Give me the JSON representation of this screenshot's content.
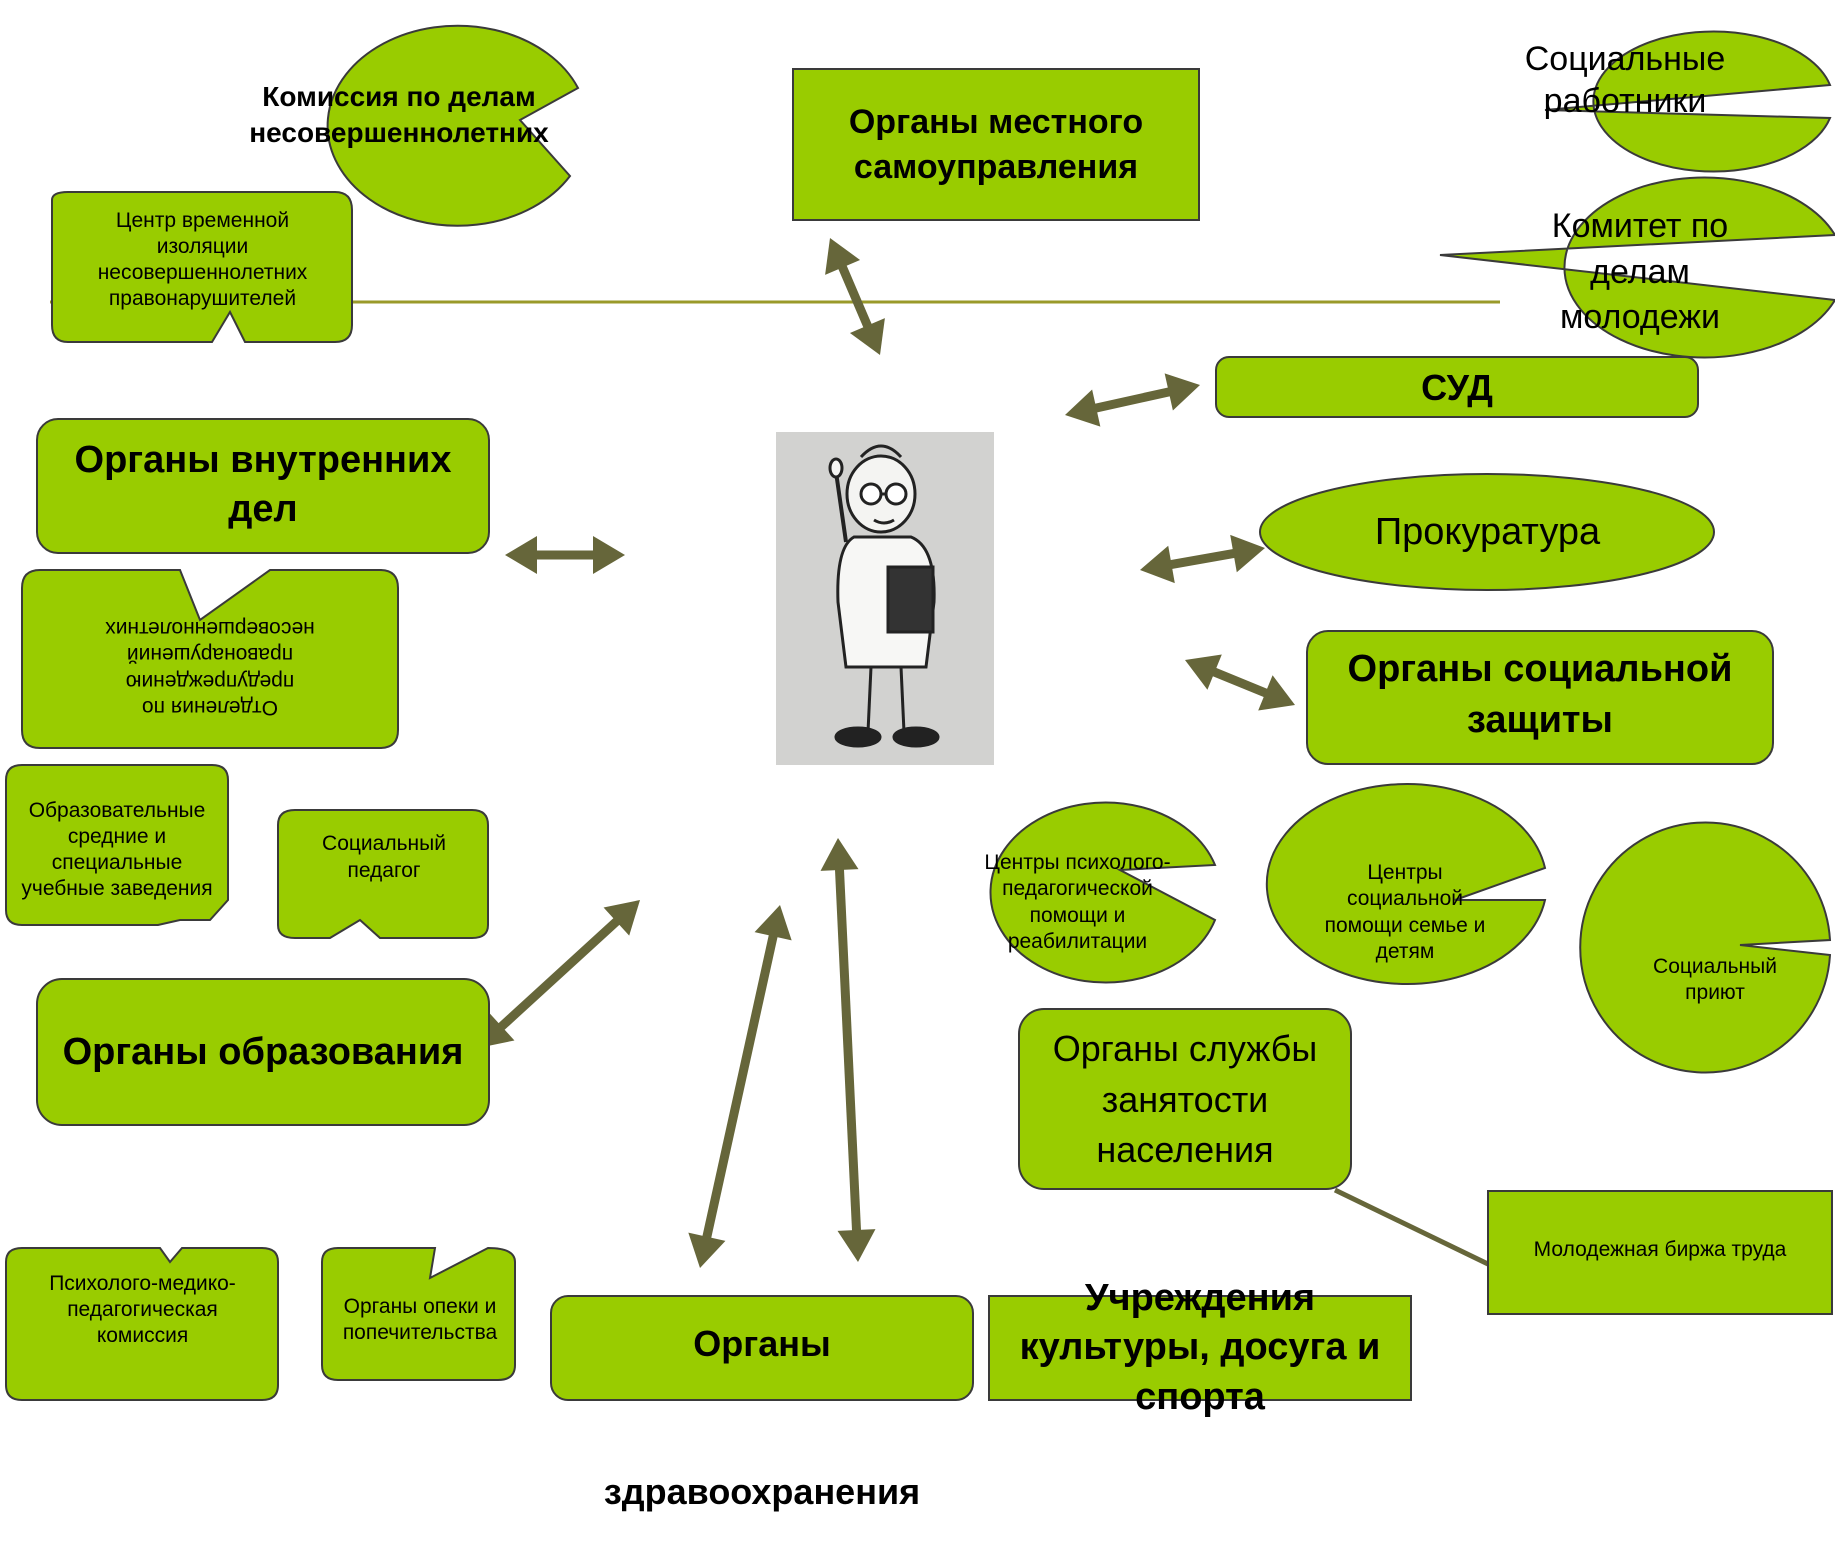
{
  "colors": {
    "fill": "#99cc00",
    "arrow": "#66663a",
    "line": "#9a9a2a",
    "outline": "#3a3a3a"
  },
  "center": {
    "image": "cartoon-teacher-with-book"
  },
  "nodes": {
    "commission": "Комиссия по делам несовершеннолетних",
    "local_gov": "Органы местного самоуправления",
    "social_workers": "Социальные работники",
    "youth_committee": "Комитет по делам молодежи",
    "temp_isolation": "Центр временной изоляции несовершеннолетних правонарушителей",
    "court": "СУД",
    "internal_affairs": "Органы внутренних дел",
    "prevention_dept": "Отделения по предупреждению правонарушений несовершеннолетних",
    "prosecutor": "Прокуратура",
    "social_protection": "Органы социальной защиты",
    "edu_institutions": "Образовательные средние и специальные учебные заведения",
    "social_pedagogue": "Социальный педагог",
    "psych_centers": "Центры психолого-педагогической помощи и реабилитации",
    "family_centers": "Центры социальной помощи семье и детям",
    "shelter": "Социальный приют",
    "education": "Органы образования",
    "employment": "Органы службы занятости населения",
    "youth_exchange": "Молодежная биржа труда",
    "pmpk": "Психолого-медико-педагогическая комиссия",
    "guardianship": "Органы опеки и попечительства",
    "health": "Органы здравоохранения",
    "culture": "Учреждения культуры, досуга и спорта"
  }
}
